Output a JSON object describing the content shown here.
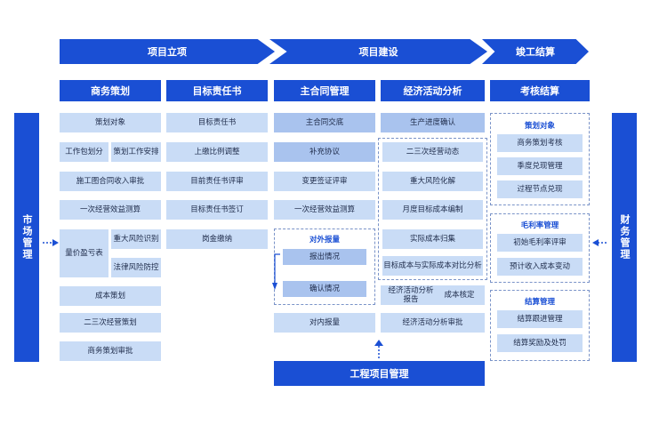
{
  "phases": [
    "项目立项",
    "项目建设",
    "竣工结算"
  ],
  "headers": [
    "商务策划",
    "目标责任书",
    "主合同管理",
    "经济活动分析",
    "考核结算"
  ],
  "col1": {
    "plan_object": "策划对象",
    "work_pkg": "工作包划分",
    "work_arrange": "策划工作安排",
    "drawing_income": "施工图合同收入审批",
    "once_benefit": "一次经营效益测算",
    "profit_loss": "量价盈亏表",
    "major_risk": "重大风险识别",
    "legal_risk": "法律风险防控",
    "cost_plan": "成本策划",
    "second_plan": "二三次经营策划",
    "biz_approval": "商务策划审批"
  },
  "col2": [
    "目标责任书",
    "上缴比例调整",
    "目前责任书评审",
    "目标责任书签订",
    "岗金缴纳"
  ],
  "col3": {
    "items": [
      "主合同交底",
      "补充协议",
      "变更签证评审",
      "一次经营效益测算"
    ],
    "external_title": "对外报量",
    "report_situation": "报出情况",
    "confirm_situation": "确认情况",
    "internal": "对内报量"
  },
  "col4": {
    "items": [
      "生产进度确认",
      "二三次经营动态",
      "重大风险化解",
      "月度目标成本编制",
      "实际成本归集",
      "目标成本与实际成本对比分析"
    ],
    "report": "经济活动分析报告",
    "cost_check": "成本核定",
    "approval": "经济活动分析审批"
  },
  "col5": {
    "g1_title": "策划对象",
    "g1": [
      "商务策划考核",
      "季度兑现管理",
      "过程节点兑现"
    ],
    "g2_title": "毛利率管理",
    "g2": [
      "初始毛利率评审",
      "预计收入成本变动"
    ],
    "g3_title": "结算管理",
    "g3": [
      "结算跟进管理",
      "结算奖励及处罚"
    ]
  },
  "left_bar": "市场管理",
  "right_bar": "财务管理",
  "bottom_bar": "工程项目管理"
}
